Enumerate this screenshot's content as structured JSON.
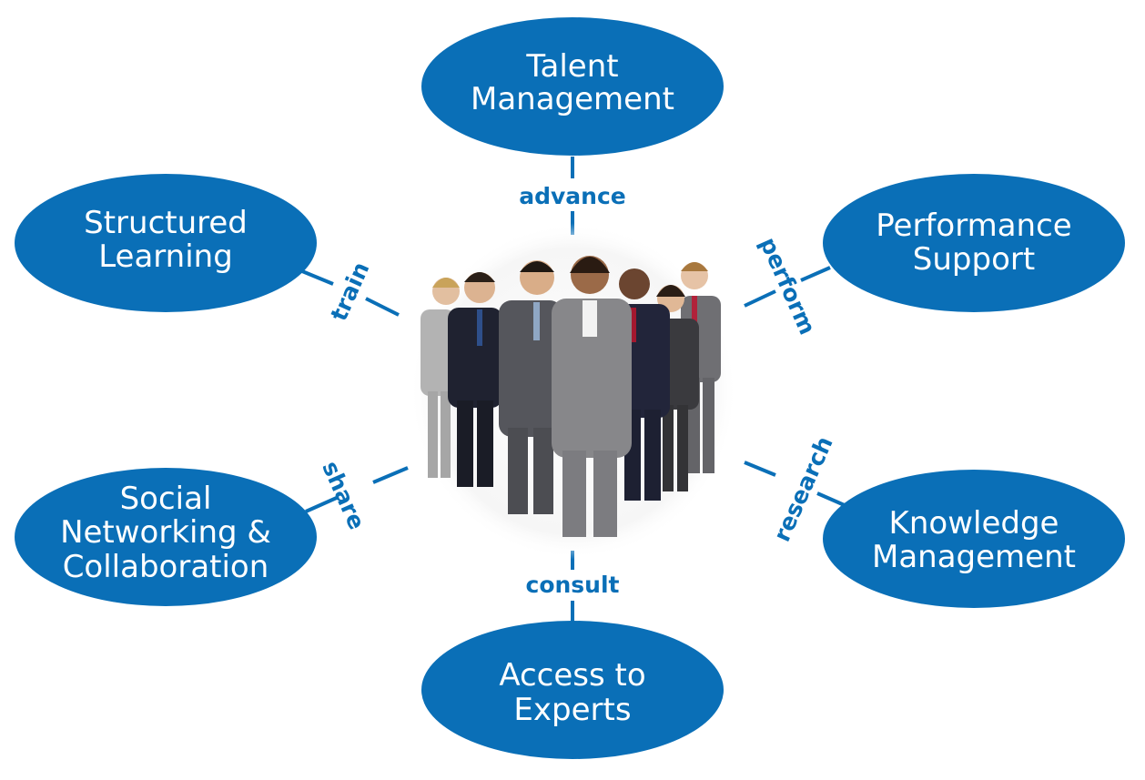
{
  "colors": {
    "accent": "#0a6fb7",
    "bubble_text": "#ffffff",
    "background": "#ffffff"
  },
  "nodes": {
    "talent": {
      "line1": "Talent",
      "line2": "Management"
    },
    "structured": {
      "line1": "Structured",
      "line2": "Learning"
    },
    "performance": {
      "line1": "Performance",
      "line2": "Support"
    },
    "social": {
      "line1": "Social",
      "line2": "Networking &",
      "line3": "Collaboration"
    },
    "knowledge": {
      "line1": "Knowledge",
      "line2": "Management"
    },
    "experts": {
      "line1": "Access to",
      "line2": "Experts"
    }
  },
  "verbs": {
    "advance": "advance",
    "train": "train",
    "perform": "perform",
    "share": "share",
    "research": "research",
    "consult": "consult"
  },
  "center_image": {
    "subject": "group-of-business-people",
    "people_count": 7
  }
}
